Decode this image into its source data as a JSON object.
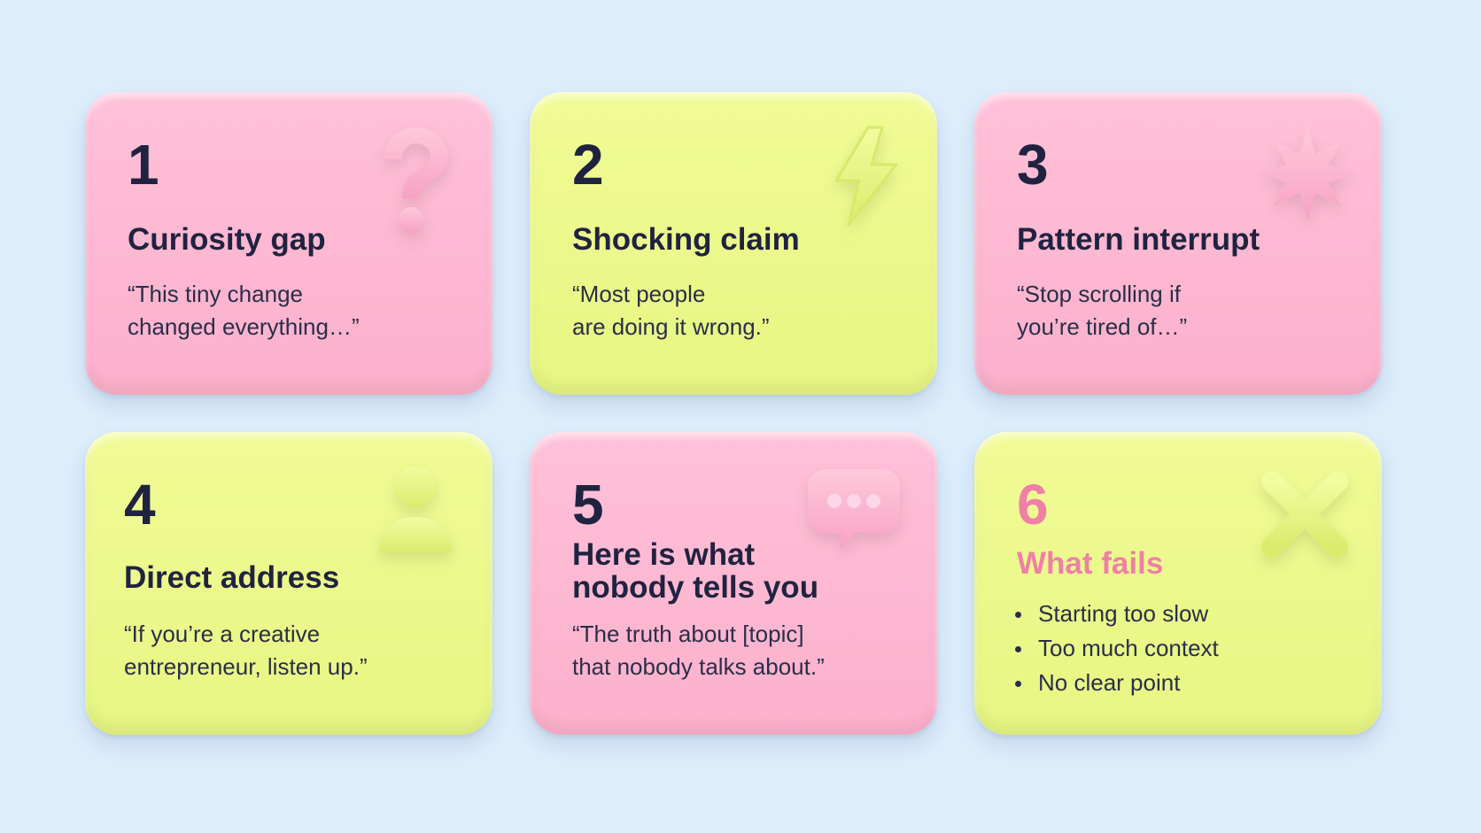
{
  "colors": {
    "background": "#dcedfc",
    "pink_card": "#fcb6cf",
    "lime_card": "#ebf88a",
    "text_dark": "#1f2340",
    "accent_pink": "#f07fa7"
  },
  "cards": [
    {
      "number": "1",
      "title": "Curiosity gap",
      "quote": "“This tiny change\nchanged everything…”",
      "icon": "question-mark-icon",
      "color": "pink"
    },
    {
      "number": "2",
      "title": "Shocking claim",
      "quote": "“Most people\nare doing it wrong.”",
      "icon": "lightning-bolt-icon",
      "color": "lime"
    },
    {
      "number": "3",
      "title": "Pattern interrupt",
      "quote": "“Stop scrolling if\nyou’re tired of…”",
      "icon": "starburst-icon",
      "color": "pink"
    },
    {
      "number": "4",
      "title": "Direct address",
      "quote": "“If you’re a creative\nentrepreneur, listen up.”",
      "icon": "person-icon",
      "color": "lime"
    },
    {
      "number": "5",
      "title": "Here is what\nnobody tells you",
      "quote": "“The truth about [topic]\nthat nobody talks about.”",
      "icon": "chat-bubble-icon",
      "color": "pink"
    },
    {
      "number": "6",
      "title": "What fails",
      "bullets": [
        "Starting too slow",
        "Too much context",
        "No clear point"
      ],
      "icon": "x-mark-icon",
      "color": "lime"
    }
  ]
}
